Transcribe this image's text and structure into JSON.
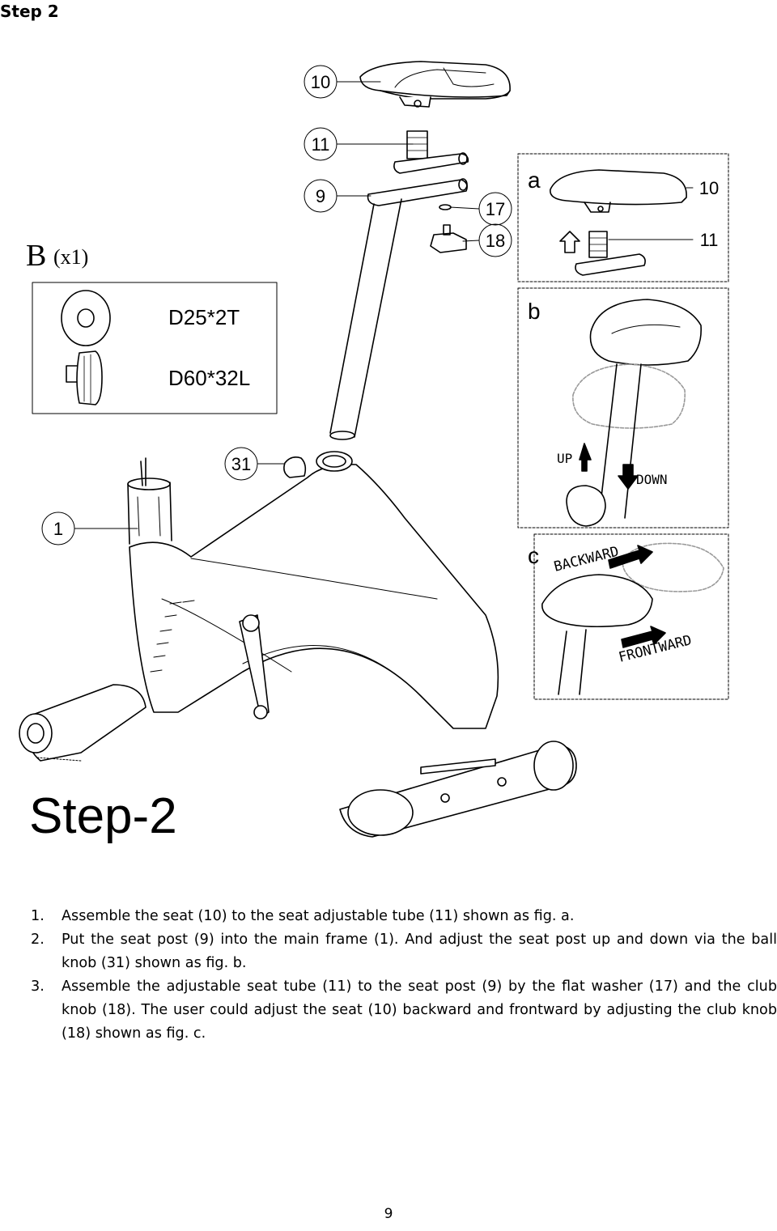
{
  "header": {
    "step_label": "Step 2"
  },
  "figure": {
    "callouts": {
      "seat": "10",
      "adjustable_tube": "11",
      "seat_post": "9",
      "flat_washer": "17",
      "club_knob": "18",
      "ball_knob": "31",
      "main_frame": "1"
    },
    "hardware_box": {
      "label_letter": "B",
      "label_qty": "(x1)",
      "washer_spec": "D25*2T",
      "knob_spec": "D60*32L"
    },
    "detail_a": {
      "letter": "a",
      "seat_callout": "10",
      "tube_callout": "11"
    },
    "detail_b": {
      "letter": "b",
      "up_text": "UP",
      "down_text": "DOWN"
    },
    "detail_c": {
      "letter": "c",
      "backward_text": "BACKWARD",
      "frontward_text": "FRONTWARD"
    },
    "step_title": "Step-2"
  },
  "instructions": [
    {
      "num": "1.",
      "text": "Assemble the seat (10) to the seat adjustable tube (11) shown as fig. a."
    },
    {
      "num": "2.",
      "text": "Put the seat post (9) into the main frame (1). And adjust the seat post up and down via the ball knob (31) shown as fig. b."
    },
    {
      "num": "3.",
      "text": "Assemble the adjustable seat tube (11) to the seat post (9) by the flat washer (17) and the club knob (18). The user could adjust the seat (10) backward and frontward by adjusting the club knob (18) shown as fig. c."
    }
  ],
  "footer": {
    "page_number": "9"
  }
}
